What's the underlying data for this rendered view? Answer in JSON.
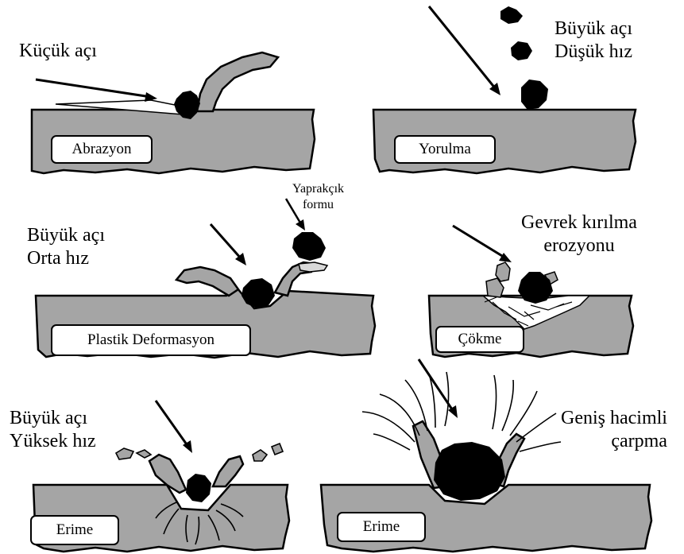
{
  "colors": {
    "material": "#a5a5a5",
    "particle": "#000000",
    "ink": "#000000",
    "box": "#ffffff"
  },
  "panels": [
    {
      "id": "abrazyon",
      "caption": [
        "Küçük açı"
      ],
      "label": "Abrazyon"
    },
    {
      "id": "yorulma",
      "caption": [
        "Büyük açı",
        "Düşük hız"
      ],
      "label": "Yorulma"
    },
    {
      "id": "plastik",
      "caption": [
        "Büyük açı",
        "Orta hız"
      ],
      "note": [
        "Yaprakçık",
        "formu"
      ],
      "label": "Plastik Deformasyon"
    },
    {
      "id": "cokme",
      "caption": [
        "Gevrek kırılma",
        "erozyonu"
      ],
      "label": "Çökme"
    },
    {
      "id": "erime-1",
      "caption": [
        "Büyük açı",
        "Yüksek hız"
      ],
      "label": "Erime"
    },
    {
      "id": "erime-2",
      "caption": [
        "Geniş hacimli",
        "çarpma"
      ],
      "label": "Erime"
    }
  ]
}
